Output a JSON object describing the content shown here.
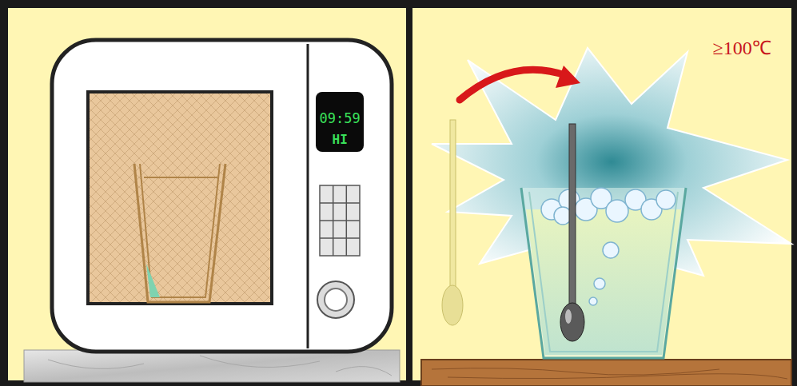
{
  "diagram": {
    "labels": [
      "09:59",
      "HI",
      "≥100℃"
    ]
  }
}
